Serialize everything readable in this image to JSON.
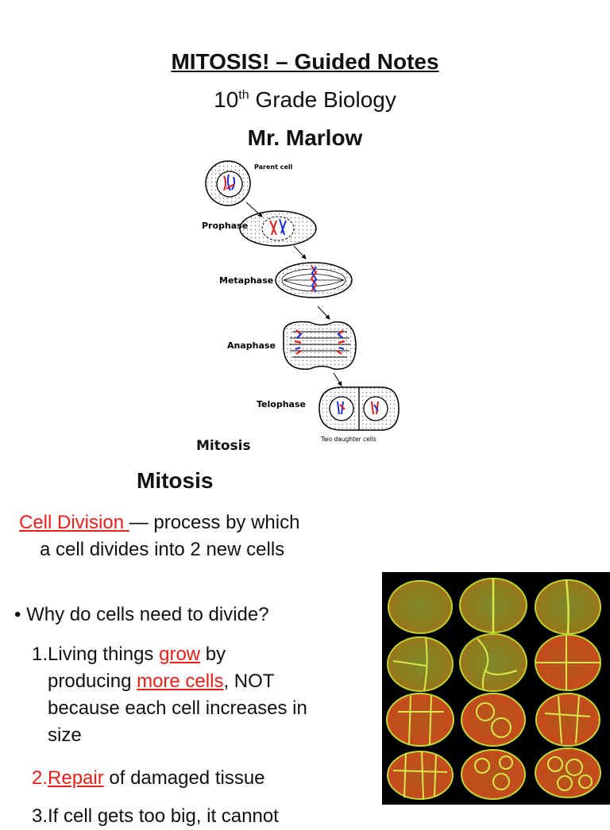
{
  "header": {
    "title": "MITOSIS! – Guided Notes",
    "grade": "10",
    "grade_suffix": "th",
    "grade_rest": " Grade Biology",
    "teacher": "Mr. Marlow"
  },
  "diagram": {
    "labels": {
      "parent": "Parent cell",
      "prophase": "Prophase",
      "metaphase": "Metaphase",
      "anaphase": "Anaphase",
      "telophase": "Telophase",
      "daughters": "Two daughter cells"
    },
    "caption": "Mitosis"
  },
  "section": {
    "heading": "Mitosis",
    "definition_term": "Cell Division ",
    "definition_rest": " — process by which",
    "definition_line2": "a cell divides into 2 new cells",
    "question": "• Why do cells need to divide?",
    "reason1_prefix": "1.Living things ",
    "reason1_term": "grow",
    "reason1_mid": " by",
    "reason1_line2_prefix": "producing ",
    "reason1_line2_term": "more cells",
    "reason1_line2_rest": ", NOT",
    "reason1_line3": "because each cell increases in",
    "reason1_line4": "size",
    "reason2_number": "2.",
    "reason2_term": "Repair",
    "reason2_rest": " of damaged tissue",
    "reason3": "3.If cell gets too big, it cannot"
  },
  "colors": {
    "accent_red": "#e8201a",
    "chromosome_red": "#e21b1b",
    "chromosome_blue": "#1a2fd6",
    "photo_background": "#000000"
  }
}
